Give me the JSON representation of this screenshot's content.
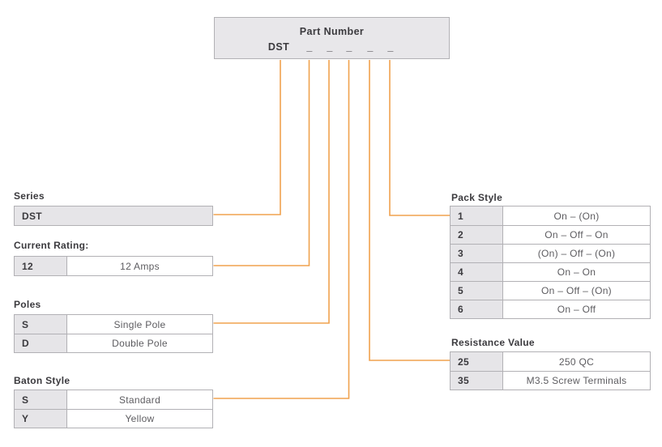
{
  "colors": {
    "line": "#f0a24e",
    "box_fill": "#e8e7ea",
    "cell_fill": "#e6e5e8",
    "border": "#b2b1b5",
    "heading_text": "#3b3a3e",
    "value_text": "#5d5c60"
  },
  "part_number_box": {
    "title": "Part Number",
    "prefix": "DST",
    "blanks": [
      "_",
      "_",
      "_",
      "_",
      "_"
    ]
  },
  "series": {
    "label": "Series",
    "rows": [
      {
        "key": "DST"
      }
    ]
  },
  "current_rating": {
    "label": "Current Rating:",
    "rows": [
      {
        "key": "12",
        "value": "12 Amps"
      }
    ]
  },
  "poles": {
    "label": "Poles",
    "rows": [
      {
        "key": "S",
        "value": "Single Pole"
      },
      {
        "key": "D",
        "value": "Double Pole"
      }
    ]
  },
  "baton_style": {
    "label": "Baton Style",
    "rows": [
      {
        "key": "S",
        "value": "Standard"
      },
      {
        "key": "Y",
        "value": "Yellow"
      }
    ]
  },
  "pack_style": {
    "label": "Pack Style",
    "rows": [
      {
        "key": "1",
        "value": "On – (On)"
      },
      {
        "key": "2",
        "value": "On – Off – On"
      },
      {
        "key": "3",
        "value": "(On) – Off – (On)"
      },
      {
        "key": "4",
        "value": "On – On"
      },
      {
        "key": "5",
        "value": "On – Off – (On)"
      },
      {
        "key": "6",
        "value": "On – Off"
      }
    ]
  },
  "resistance_value": {
    "label": "Resistance Value",
    "rows": [
      {
        "key": "25",
        "value": "250 QC"
      },
      {
        "key": "35",
        "value": "M3.5 Screw Terminals"
      }
    ]
  }
}
